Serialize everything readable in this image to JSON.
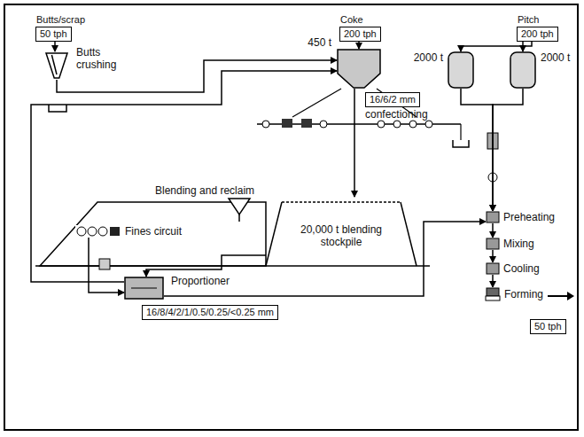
{
  "diagram": {
    "nodes": [
      {
        "text": [
          "Butts/scrap",
          "50 tph"
        ]
      },
      {
        "text": [
          "Coke",
          "200 tph"
        ]
      },
      {
        "text": [
          "Pitch",
          "200 tph"
        ]
      },
      {
        "text": [
          "450 t"
        ]
      },
      {
        "text": [
          "16/6/2 mm"
        ]
      },
      {
        "text": [
          "Butts crushing"
        ]
      },
      {
        "text": [
          "2000 t"
        ]
      },
      {
        "text": [
          "2000 t"
        ]
      },
      {
        "text": [
          "20,000 t blending stockpile"
        ]
      },
      {
        "text": [
          "Proportioner"
        ]
      },
      {
        "text": [
          "Fines circuit"
        ]
      },
      {
        "text": [
          "Preheating"
        ]
      },
      {
        "text": [
          "Mixing"
        ]
      },
      {
        "text": [
          "Cooling"
        ]
      },
      {
        "text": [
          "Forming"
        ]
      },
      {
        "text": [
          "16/8/4/2/1/0.5/0.25/<0.25 mm"
        ]
      },
      {
        "text": [
          "50 tph"
        ]
      }
    ],
    "edges": [
      {
        "from": 0,
        "to": 5,
        "arrow": "to"
      },
      {
        "from": 5,
        "to": 3,
        "arrow": "to"
      },
      {
        "from": 1,
        "to": 3,
        "arrow": "to"
      },
      {
        "from": 3,
        "to": 8,
        "arrow": "to"
      },
      {
        "from": 8,
        "to": 9,
        "arrow": "to"
      },
      {
        "from": 10,
        "to": 9,
        "arrow": "to"
      },
      {
        "from": 9,
        "to": 3,
        "arrow": "to"
      },
      {
        "from": 2,
        "to": 6,
        "arrow": "to"
      },
      {
        "from": 2,
        "to": 7,
        "arrow": "to"
      },
      {
        "from": 6,
        "to": 11,
        "arrow": "to"
      },
      {
        "from": 7,
        "to": 11,
        "arrow": "to"
      },
      {
        "from": 9,
        "to": 11,
        "arrow": "to"
      },
      {
        "from": 11,
        "to": 12,
        "arrow": "to"
      },
      {
        "from": 12,
        "to": 13,
        "arrow": "to"
      },
      {
        "from": 13,
        "to": 14,
        "arrow": "to"
      }
    ],
    "labels": [
      "confectioning",
      "Blending and reclaim"
    ]
  }
}
